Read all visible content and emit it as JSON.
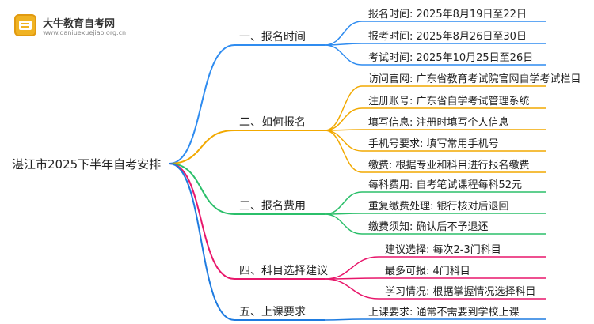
{
  "brand": {
    "name": "大牛教育自考网",
    "url": "www.daniuexuejiao.org.cn"
  },
  "root": {
    "label": "湛江市2025下半年自考安排"
  },
  "branches": [
    {
      "label": "一、报名时间",
      "color": "#2f8cf0",
      "leaves": [
        "报名时间: 2025年8月19日至22日",
        "报考时间: 2025年8月26日至30日",
        "考试时间: 2025年10月25日至26日"
      ]
    },
    {
      "label": "二、如何报名",
      "color": "#f2a900",
      "leaves": [
        "访问官网: 广东省教育考试院官网自学考试栏目",
        "注册账号: 广东省自学考试管理系统",
        "填写信息: 注册时填写个人信息",
        "手机号要求: 填写常用手机号",
        "缴费: 根据专业和科目进行报名缴费"
      ]
    },
    {
      "label": "三、报名费用",
      "color": "#2bbf6a",
      "leaves": [
        "每科费用: 自考笔试课程每科52元",
        "重复缴费处理: 银行核对后退回",
        "缴费须知: 确认后不予退还"
      ]
    },
    {
      "label": "四、科目选择建议",
      "color": "#e8176b",
      "leaves": [
        "建议选择: 每次2-3门科目",
        "最多可报: 4门科目",
        "学习情况: 根据掌握情况选择科目"
      ]
    },
    {
      "label": "五、上课要求",
      "color": "#1e7be0",
      "leaves": [
        "上课要求: 通常不需要到学校上课"
      ]
    }
  ]
}
